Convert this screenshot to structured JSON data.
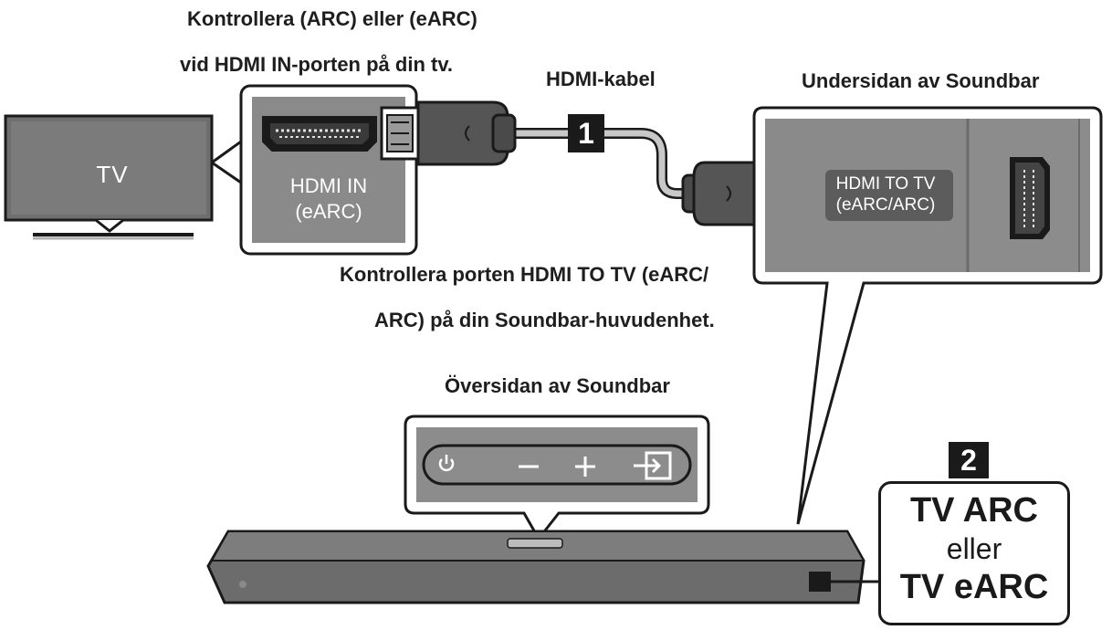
{
  "captions": {
    "check_tv_port_line1": "Kontrollera (ARC) eller (eARC)",
    "check_tv_port_line2": "vid HDMI IN-porten på din tv.",
    "hdmi_cable": "HDMI-kabel",
    "soundbar_bottom": "Undersidan av Soundbar",
    "check_soundbar_port_line1": "Kontrollera porten HDMI TO TV (eARC/",
    "check_soundbar_port_line2": "ARC) på din Soundbar-huvudenhet.",
    "soundbar_top": "Översidan av Soundbar"
  },
  "tv": {
    "label": "TV"
  },
  "tv_port": {
    "label_line1": "HDMI IN",
    "label_line2": "(eARC)"
  },
  "soundbar_port": {
    "label_line1": "HDMI TO TV",
    "label_line2": "(eARC/ARC)"
  },
  "steps": {
    "step1": "1",
    "step2": "2"
  },
  "soundbar_buttons": {
    "power_icon": "power-icon",
    "volume_down": "−",
    "volume_up": "+",
    "source_icon": "source-input-icon"
  },
  "result": {
    "line1": "TV ARC",
    "line2": "eller",
    "line3": "TV eARC"
  },
  "colors": {
    "panel_gray": "#8c8c8c",
    "dark_gray": "#5a5a5a",
    "cable_gray": "#c8c8c8",
    "ink": "#1a1a1a"
  }
}
